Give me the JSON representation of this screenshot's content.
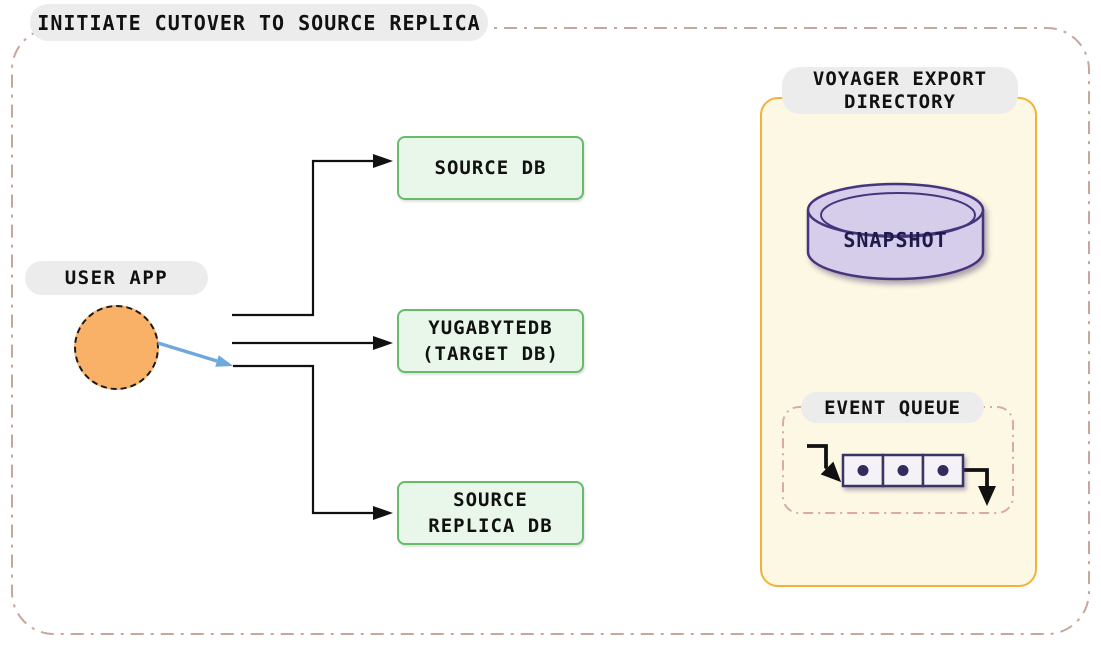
{
  "title": "INITIATE CUTOVER TO SOURCE REPLICA",
  "user_app": {
    "label": "USER APP"
  },
  "databases": [
    {
      "line1": "SOURCE DB",
      "line2": ""
    },
    {
      "line1": "YUGABYTEDB",
      "line2": "(TARGET DB)"
    },
    {
      "line1": "SOURCE",
      "line2": "REPLICA DB"
    }
  ],
  "voyager": {
    "label_line1": "VOYAGER EXPORT",
    "label_line2": "DIRECTORY",
    "snapshot_label": "SNAPSHOT",
    "event_queue_label": "EVENT QUEUE",
    "queue_item_count": 3
  },
  "colors": {
    "outer_border": "#c5a79c",
    "badge_bg": "#ececec",
    "arrow_black": "#111111",
    "green_fill": "#e9f6ea",
    "green_border": "#67bb6a",
    "orange_fill": "#f9b168",
    "blue_arrow": "#6fa8dc",
    "yellow_fill": "#fdf8e3",
    "yellow_border": "#f2b237",
    "purple_fill": "#d6cdeb",
    "purple_border": "#46357d",
    "queue_fill": "#f4f2f7",
    "queue_border": "#3b3566",
    "queue_dot": "#312b5e",
    "pink_dash": "#d9aba1",
    "snapshot_text": "#201a4b"
  }
}
